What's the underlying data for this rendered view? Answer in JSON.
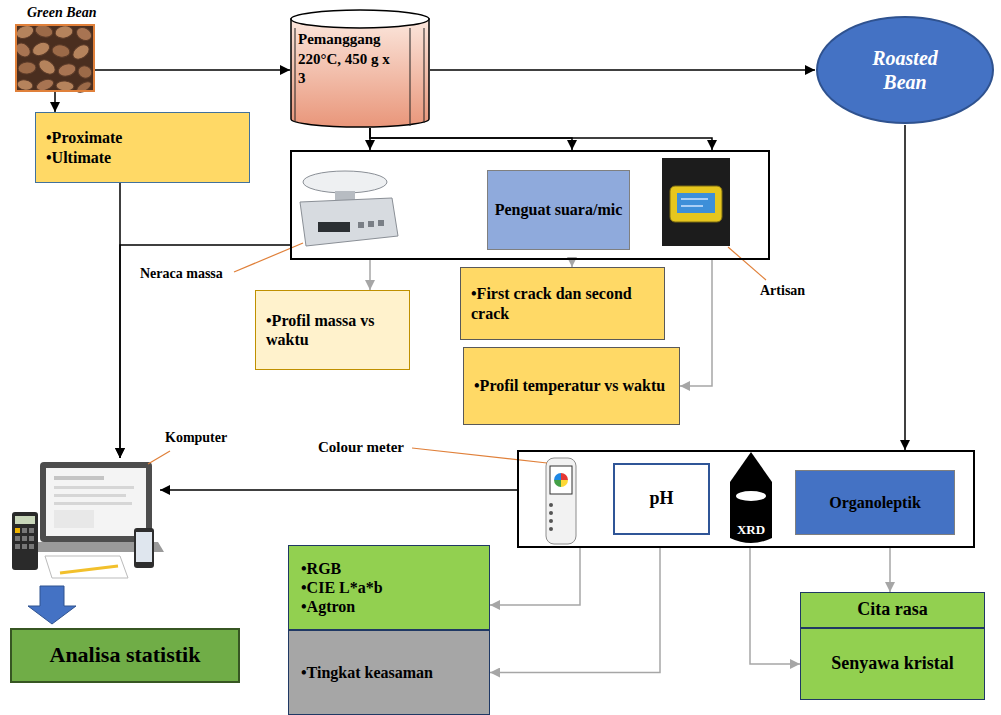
{
  "diagram": {
    "nodes": [
      {
        "text": [
          "Green Bean"
        ]
      },
      {
        "text": [
          "Pemanggang 220°C, 450 g x 3"
        ]
      },
      {
        "text": [
          "Roasted Bean"
        ]
      },
      {
        "text": [
          "•Proximate",
          "•Ultimate"
        ]
      },
      {
        "text": []
      },
      {
        "text": [
          "Penguat suara/mic"
        ],
        "in": 4
      },
      {
        "text": [
          "•Profil massa vs waktu"
        ]
      },
      {
        "text": [
          "•First crack dan second crack"
        ]
      },
      {
        "text": [
          "•Profil temperatur vs waktu"
        ]
      },
      {
        "text": [
          "Komputer"
        ]
      },
      {
        "text": []
      },
      {
        "text": [
          "pH"
        ],
        "in": 10
      },
      {
        "text": [
          "XRD"
        ],
        "in": 10
      },
      {
        "text": [
          "Organoleptik"
        ],
        "in": 10
      },
      {
        "text": [
          "•RGB",
          "•CIE L*a*b",
          "•Agtron"
        ]
      },
      {
        "text": [
          "•Tingkat keasaman"
        ]
      },
      {
        "text": [
          "Cita rasa"
        ]
      },
      {
        "text": [
          "Senyawa kristal"
        ]
      },
      {
        "text": [
          "Analisa statistik"
        ]
      }
    ],
    "edges": [
      {
        "from": 0,
        "to": 1,
        "arrow": "to"
      },
      {
        "from": 0,
        "to": 3,
        "arrow": "to"
      },
      {
        "from": 1,
        "to": 2,
        "arrow": "to"
      },
      {
        "from": 1,
        "to": 4,
        "arrow": "to"
      },
      {
        "from": 1,
        "to": 4,
        "arrow": "to"
      },
      {
        "from": 1,
        "to": 4,
        "arrow": "to"
      },
      {
        "from": 3,
        "to": 9,
        "arrow": "to"
      },
      {
        "from": 4,
        "to": 9,
        "arrow": "to"
      },
      {
        "from": 4,
        "to": 6,
        "arrow": "to"
      },
      {
        "from": 4,
        "to": 7,
        "arrow": "to"
      },
      {
        "from": 4,
        "to": 8,
        "arrow": "to"
      },
      {
        "from": 2,
        "to": 10,
        "arrow": "to"
      },
      {
        "from": 10,
        "to": 9,
        "arrow": "to"
      },
      {
        "from": 9,
        "to": 18,
        "arrow": "to"
      },
      {
        "from": 10,
        "to": 14,
        "arrow": "to"
      },
      {
        "from": 10,
        "to": 15,
        "arrow": "to"
      },
      {
        "from": 10,
        "to": 16,
        "arrow": "to"
      },
      {
        "from": 10,
        "to": 17,
        "arrow": "to"
      }
    ],
    "labels": [
      "Neraca massa",
      "Artisan",
      "Colour meter"
    ]
  }
}
